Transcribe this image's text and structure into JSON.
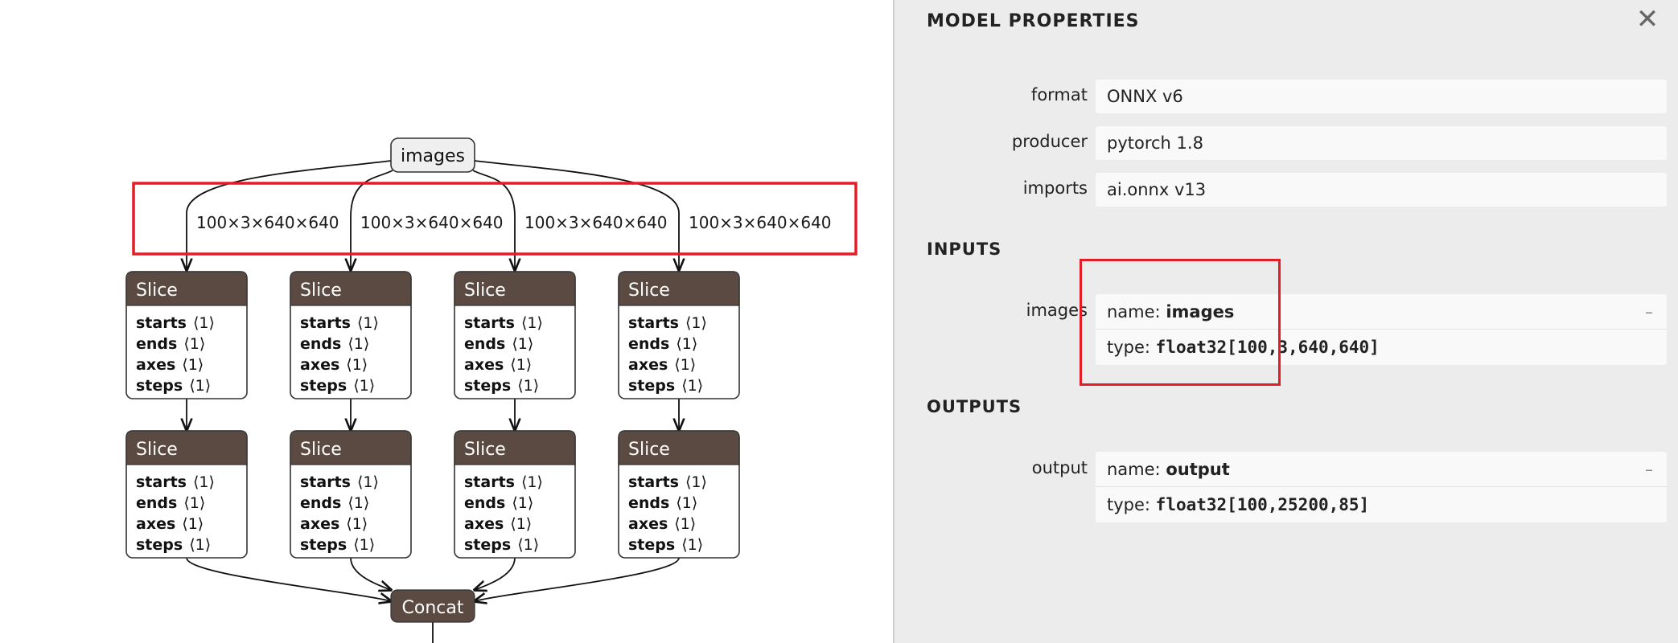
{
  "graph": {
    "input_node": {
      "label": "images"
    },
    "edge_labels": [
      "100×3×640×640",
      "100×3×640×640",
      "100×3×640×640",
      "100×3×640×640"
    ],
    "slice_nodes_row1": [
      {
        "title": "Slice",
        "attrs": [
          {
            "name": "starts",
            "value": "⟨1⟩"
          },
          {
            "name": "ends",
            "value": "⟨1⟩"
          },
          {
            "name": "axes",
            "value": "⟨1⟩"
          },
          {
            "name": "steps",
            "value": "⟨1⟩"
          }
        ]
      },
      {
        "title": "Slice",
        "attrs": [
          {
            "name": "starts",
            "value": "⟨1⟩"
          },
          {
            "name": "ends",
            "value": "⟨1⟩"
          },
          {
            "name": "axes",
            "value": "⟨1⟩"
          },
          {
            "name": "steps",
            "value": "⟨1⟩"
          }
        ]
      },
      {
        "title": "Slice",
        "attrs": [
          {
            "name": "starts",
            "value": "⟨1⟩"
          },
          {
            "name": "ends",
            "value": "⟨1⟩"
          },
          {
            "name": "axes",
            "value": "⟨1⟩"
          },
          {
            "name": "steps",
            "value": "⟨1⟩"
          }
        ]
      },
      {
        "title": "Slice",
        "attrs": [
          {
            "name": "starts",
            "value": "⟨1⟩"
          },
          {
            "name": "ends",
            "value": "⟨1⟩"
          },
          {
            "name": "axes",
            "value": "⟨1⟩"
          },
          {
            "name": "steps",
            "value": "⟨1⟩"
          }
        ]
      }
    ],
    "slice_nodes_row2": [
      {
        "title": "Slice",
        "attrs": [
          {
            "name": "starts",
            "value": "⟨1⟩"
          },
          {
            "name": "ends",
            "value": "⟨1⟩"
          },
          {
            "name": "axes",
            "value": "⟨1⟩"
          },
          {
            "name": "steps",
            "value": "⟨1⟩"
          }
        ]
      },
      {
        "title": "Slice",
        "attrs": [
          {
            "name": "starts",
            "value": "⟨1⟩"
          },
          {
            "name": "ends",
            "value": "⟨1⟩"
          },
          {
            "name": "axes",
            "value": "⟨1⟩"
          },
          {
            "name": "steps",
            "value": "⟨1⟩"
          }
        ]
      },
      {
        "title": "Slice",
        "attrs": [
          {
            "name": "starts",
            "value": "⟨1⟩"
          },
          {
            "name": "ends",
            "value": "⟨1⟩"
          },
          {
            "name": "axes",
            "value": "⟨1⟩"
          },
          {
            "name": "steps",
            "value": "⟨1⟩"
          }
        ]
      },
      {
        "title": "Slice",
        "attrs": [
          {
            "name": "starts",
            "value": "⟨1⟩"
          },
          {
            "name": "ends",
            "value": "⟨1⟩"
          },
          {
            "name": "axes",
            "value": "⟨1⟩"
          },
          {
            "name": "steps",
            "value": "⟨1⟩"
          }
        ]
      }
    ],
    "concat_node": {
      "title": "Concat"
    }
  },
  "properties": {
    "title": "MODEL PROPERTIES",
    "close_icon": "close-icon",
    "model": [
      {
        "label": "format",
        "value": "ONNX v6"
      },
      {
        "label": "producer",
        "value": "pytorch 1.8"
      },
      {
        "label": "imports",
        "value": "ai.onnx v13"
      }
    ],
    "inputs_title": "INPUTS",
    "inputs": [
      {
        "label": "images",
        "name_prefix": "name: ",
        "name": "images",
        "type_prefix": "type: ",
        "type": "float32[100,3,640,640]",
        "collapse_symbol": "–"
      }
    ],
    "outputs_title": "OUTPUTS",
    "outputs": [
      {
        "label": "output",
        "name_prefix": "name: ",
        "name": "output",
        "type_prefix": "type: ",
        "type": "float32[100,25200,85]",
        "collapse_symbol": "–"
      }
    ]
  },
  "colors": {
    "node_header": "#5a4a42",
    "highlight": "#e41c26",
    "panel_bg": "#ececec"
  }
}
